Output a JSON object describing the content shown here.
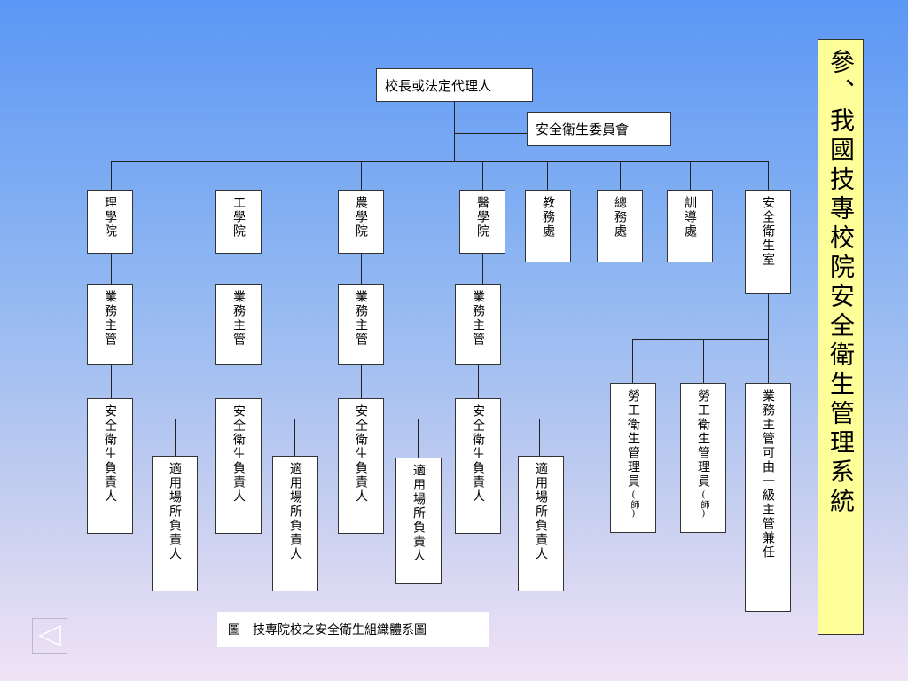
{
  "title": "參、我國技專校院安全衛生管理系統",
  "caption": "圖　技專院校之安全衛生組織體系圖",
  "nav": {
    "back_icon": "triangle-left-icon"
  },
  "nodes": {
    "top": "校長或法定代理人",
    "committee": "安全衛生委員會",
    "sci": "理學院",
    "eng": "工學院",
    "agr": "農學院",
    "med": "醫學院",
    "edu": "教務處",
    "gen": "總務處",
    "gui": "訓導處",
    "safe": "安全衛生室",
    "bm1": "業務主管",
    "bm2": "業務主管",
    "bm3": "業務主管",
    "bm4": "業務主管",
    "sr1": "安全衛生負責人",
    "sr2": "安全衛生負責人",
    "sr3": "安全衛生負責人",
    "sr4": "安全衛生負責人",
    "ap1": "適用場所負責人",
    "ap2": "適用場所負責人",
    "ap3": "適用場所負責人",
    "ap4": "適用場所負責人",
    "lab1": "勞工衛生管理員",
    "lab1_sub": "(師)",
    "lab2": "勞工衛生管理員",
    "lab2_sub": "(師)",
    "concurrent": "業務主管可由一級主管兼任"
  }
}
